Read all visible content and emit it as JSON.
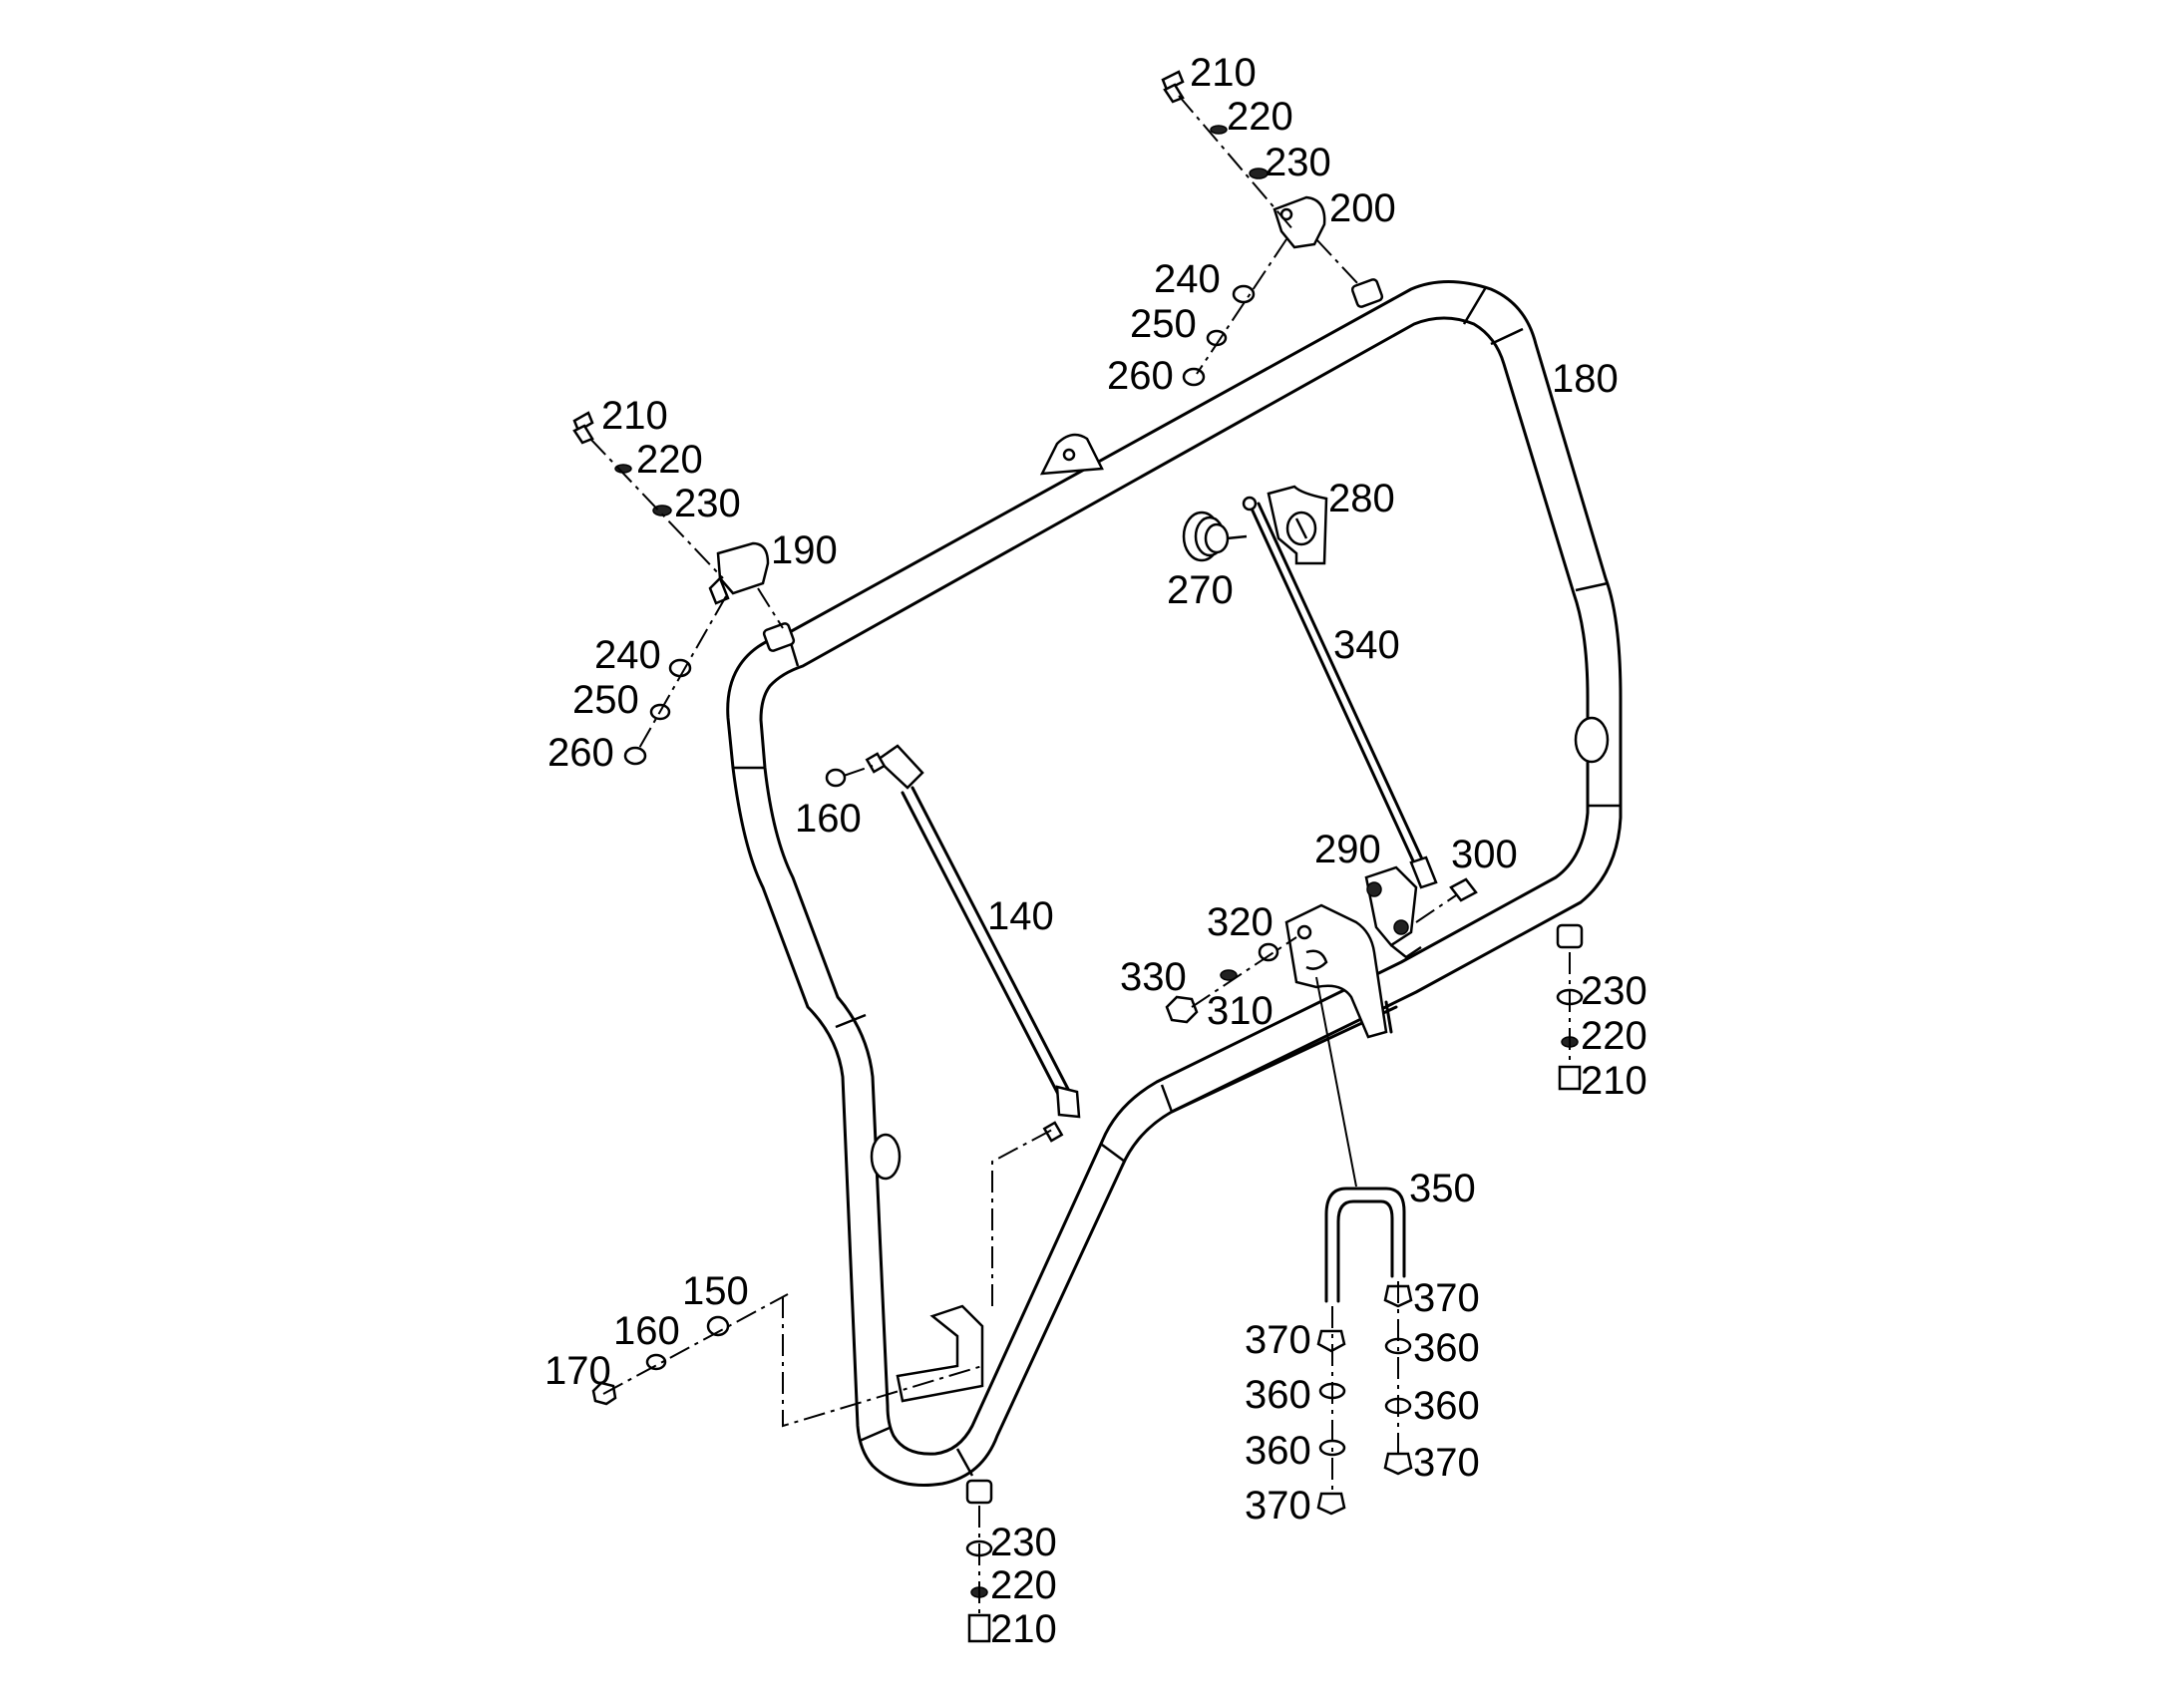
{
  "diagram": {
    "labels": {
      "l210a": "210",
      "l220a": "220",
      "l230a": "230",
      "l200": "200",
      "l240a": "240",
      "l250a": "250",
      "l260a": "260",
      "l180": "180",
      "l210b": "210",
      "l220b": "220",
      "l230b": "230",
      "l190": "190",
      "l240b": "240",
      "l250b": "250",
      "l260b": "260",
      "l280": "280",
      "l270": "270",
      "l340": "340",
      "l160a": "160",
      "l140": "140",
      "l290": "290",
      "l300": "300",
      "l320": "320",
      "l330": "330",
      "l310": "310",
      "l230c": "230",
      "l220c": "220",
      "l210c": "210",
      "l350": "350",
      "l370a": "370",
      "l370b": "370",
      "l360a": "360",
      "l360b": "360",
      "l360c": "360",
      "l360d": "360",
      "l370c": "370",
      "l370d": "370",
      "l150": "150",
      "l160b": "160",
      "l170": "170",
      "l230d": "230",
      "l220d": "220",
      "l210d": "210"
    }
  }
}
